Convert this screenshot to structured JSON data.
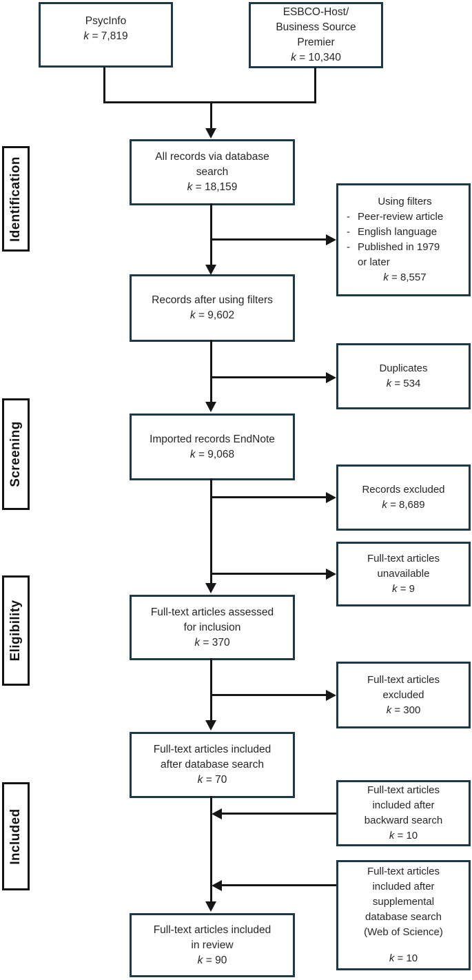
{
  "palette": {
    "flow_box_border": "#1c3947",
    "stage_box_border": "#121212",
    "line_color": "#161616",
    "text_color": "#262626",
    "background": "#ffffff"
  },
  "stages": {
    "identification": "Identification",
    "screening": "Screening",
    "eligibility": "Eligibility",
    "included": "Included"
  },
  "sources": {
    "psycinfo": {
      "line1": "PsycInfo",
      "k_var": "k",
      "k_rest": " = 7,819"
    },
    "ebsco": {
      "line1": "ESBCO-Host/",
      "line2": "Business Source",
      "line3": "Premier",
      "k_var": "k",
      "k_rest": " = 10,340"
    }
  },
  "flow": {
    "all_records": {
      "line1": "All records via database",
      "line2": "search",
      "k_var": "k",
      "k_rest": " = 18,159"
    },
    "after_filters": {
      "line1": "Records after using filters",
      "k_var": "k",
      "k_rest": " = 9,602"
    },
    "imported": {
      "line1": "Imported records EndNote",
      "k_var": "k",
      "k_rest": " = 9,068"
    },
    "assessed": {
      "line1": "Full-text articles assessed",
      "line2": "for inclusion",
      "k_var": "k",
      "k_rest": " = 370"
    },
    "included_db": {
      "line1": "Full-text articles included",
      "line2": "after database search",
      "k_var": "k",
      "k_rest": " = 70"
    },
    "included_review": {
      "line1": "Full-text articles included",
      "line2": "in review",
      "k_var": "k",
      "k_rest": " = 90"
    }
  },
  "side": {
    "filters": {
      "title": "Using filters",
      "marker": "-",
      "item1": "Peer-review article",
      "item2": "English language",
      "item3_line1": "Published in 1979",
      "item3_line2": "or later",
      "k_var": "k",
      "k_rest": " = 8,557"
    },
    "duplicates": {
      "line1": "Duplicates",
      "k_var": "k",
      "k_rest": " = 534"
    },
    "records_excluded": {
      "line1": "Records excluded",
      "k_var": "k",
      "k_rest": " = 8,689"
    },
    "unavailable": {
      "line1": "Full-text articles",
      "line2": "unavailable",
      "k_var": "k",
      "k_rest": " = 9"
    },
    "ft_excluded": {
      "line1": "Full-text articles",
      "line2": "excluded",
      "k_var": "k",
      "k_rest": " = 300"
    },
    "backward": {
      "line1": "Full-text articles",
      "line2": "included after",
      "line3": "backward search",
      "k_var": "k",
      "k_rest": " = 10"
    },
    "supplemental": {
      "line1": "Full-text articles",
      "line2": "included after",
      "line3": "supplemental",
      "line4": "database search",
      "line5": "(Web of Science)",
      "k_var": "k",
      "k_rest": " = 10"
    }
  }
}
